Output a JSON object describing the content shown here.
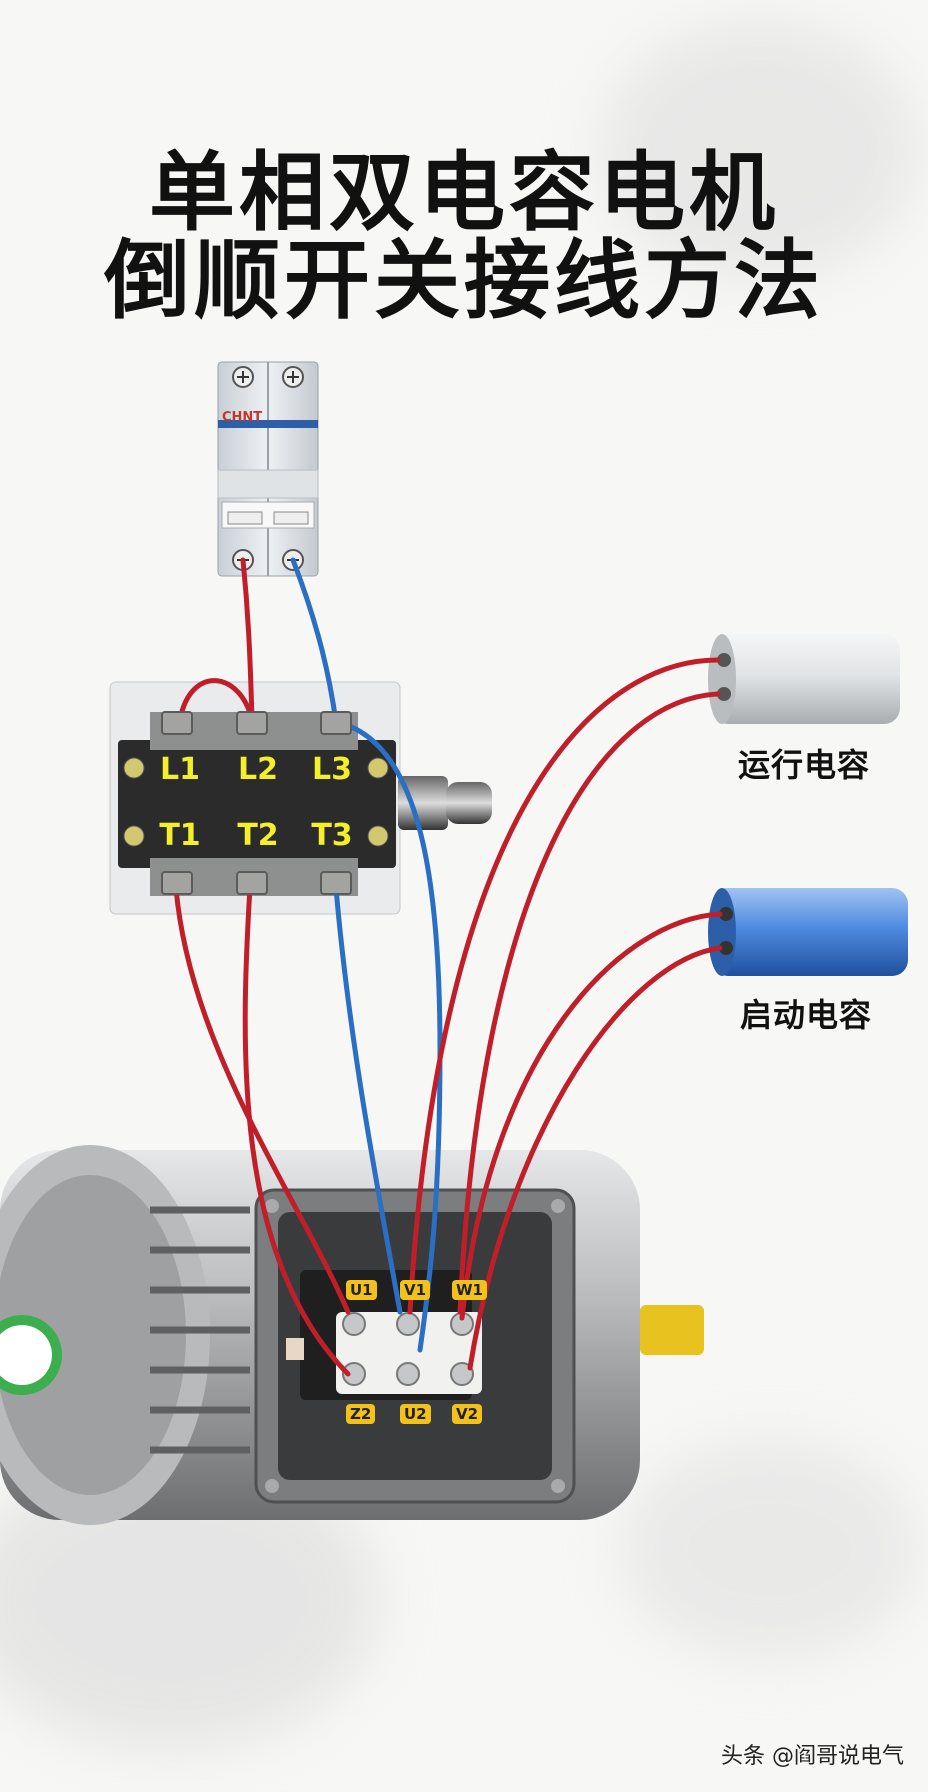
{
  "title": {
    "line1": "单相双电容电机",
    "line2": "倒顺开关接线方法"
  },
  "breaker": {
    "brand": "CHNT"
  },
  "switch": {
    "top_terminals": [
      "L1",
      "L2",
      "L3"
    ],
    "bottom_terminals": [
      "T1",
      "T2",
      "T3"
    ]
  },
  "capacitors": {
    "run_label": "运行电容",
    "start_label": "启动电容"
  },
  "motor": {
    "terminal_tags": [
      "U1",
      "V1",
      "W1",
      "Z2",
      "U2",
      "V2"
    ]
  },
  "watermark": "头条 @阎哥说电气",
  "colors": {
    "live_wire": "#c01f2a",
    "neutral_wire": "#2a6fc4",
    "switch_body": "#2b2b2b",
    "terminal_label": "#f3ef2a",
    "start_cap": "#4a86d8",
    "run_cap": "#d8dbdc"
  }
}
